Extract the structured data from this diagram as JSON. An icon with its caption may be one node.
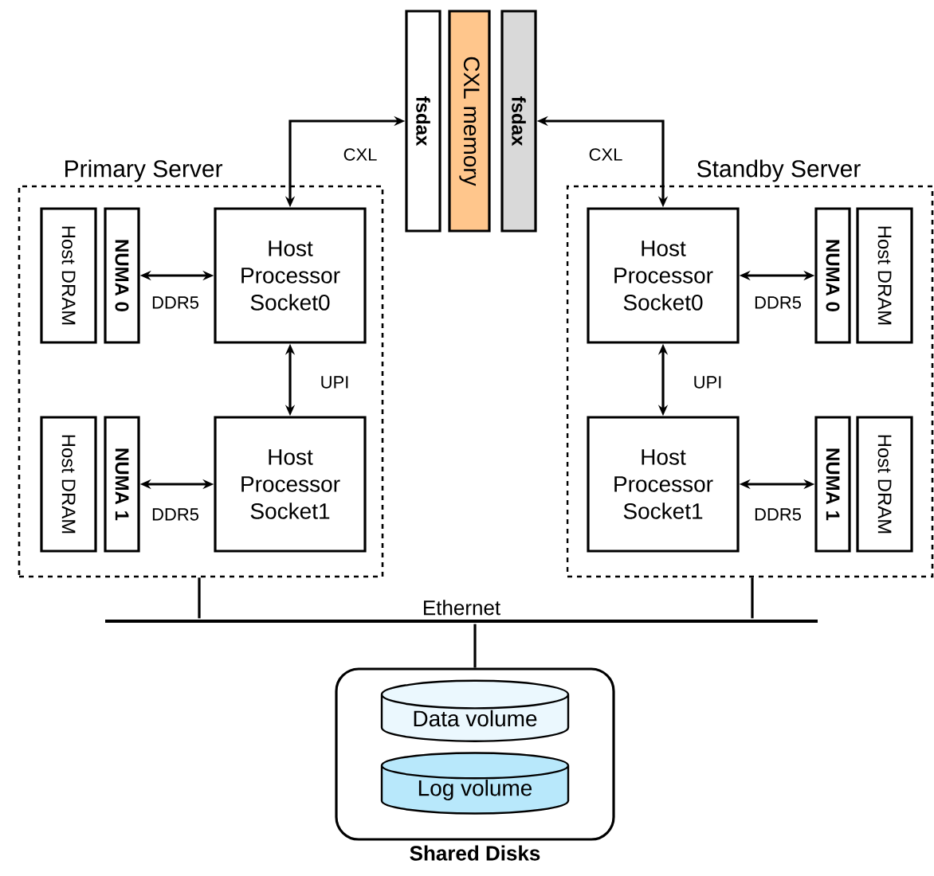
{
  "diagram": {
    "nodes": [
      {
        "text": [
          "Primary Server"
        ]
      },
      {
        "text": [
          "Host DRAM"
        ],
        "in": 0
      },
      {
        "text": [
          "NUMA 0"
        ],
        "in": 0
      },
      {
        "text": [
          "Host Processor Socket0"
        ],
        "in": 0
      },
      {
        "text": [
          "Host DRAM"
        ],
        "in": 0
      },
      {
        "text": [
          "NUMA 1"
        ],
        "in": 0
      },
      {
        "text": [
          "Host Processor Socket1"
        ],
        "in": 0
      },
      {
        "text": [
          "Standby Server"
        ]
      },
      {
        "text": [
          "Host Processor Socket0"
        ],
        "in": 7
      },
      {
        "text": [
          "NUMA 0"
        ],
        "in": 7
      },
      {
        "text": [
          "Host DRAM"
        ],
        "in": 7
      },
      {
        "text": [
          "Host Processor Socket1"
        ],
        "in": 7
      },
      {
        "text": [
          "NUMA 1"
        ],
        "in": 7
      },
      {
        "text": [
          "Host DRAM"
        ],
        "in": 7
      },
      {
        "text": [
          "fsdax"
        ]
      },
      {
        "text": [
          "CXL memory"
        ]
      },
      {
        "text": [
          "fsdax"
        ]
      },
      {
        "text": [
          "Ethernet"
        ]
      },
      {
        "text": [
          "Shared Disks"
        ]
      },
      {
        "text": [
          "Data volume"
        ],
        "in": 18
      },
      {
        "text": [
          "Log volume"
        ],
        "in": 18
      }
    ],
    "edges": [
      {
        "from": 3,
        "to": 14,
        "arrow": "both",
        "label": "CXL"
      },
      {
        "from": 8,
        "to": 16,
        "arrow": "both",
        "label": "CXL"
      },
      {
        "from": 2,
        "to": 3,
        "arrow": "both",
        "label": "DDR5"
      },
      {
        "from": 3,
        "to": 6,
        "arrow": "both",
        "label": "UPI"
      },
      {
        "from": 5,
        "to": 6,
        "arrow": "both",
        "label": "DDR5"
      },
      {
        "from": 8,
        "to": 9,
        "arrow": "both",
        "label": "DDR5"
      },
      {
        "from": 8,
        "to": 11,
        "arrow": "both",
        "label": "UPI"
      },
      {
        "from": 11,
        "to": 12,
        "arrow": "both",
        "label": "DDR5"
      },
      {
        "from": 0,
        "to": 17,
        "arrow": "none"
      },
      {
        "from": 7,
        "to": 17,
        "arrow": "none"
      },
      {
        "from": 17,
        "to": 18,
        "arrow": "none"
      }
    ]
  }
}
